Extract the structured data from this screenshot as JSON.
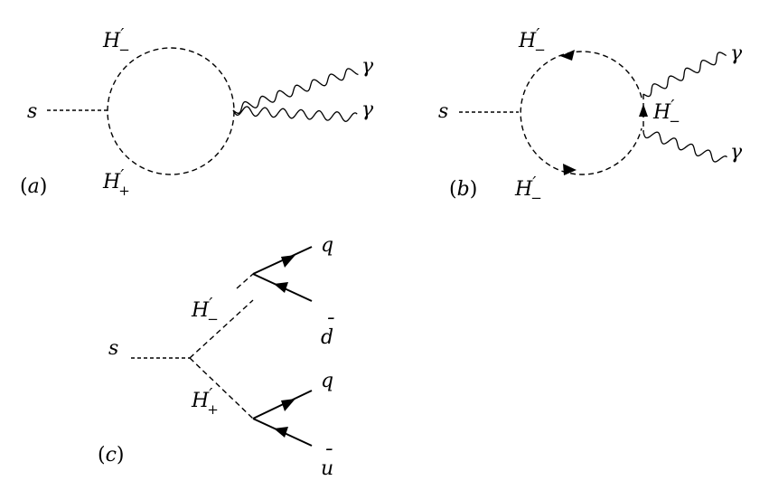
{
  "diagram_a": {
    "caption_open": "(",
    "caption_letter": "a",
    "caption_close": ")",
    "incoming": "s",
    "top_particle": "H",
    "top_sign": "−",
    "bottom_particle": "H",
    "bottom_sign": "+",
    "photon_1": "γ",
    "photon_2": "γ"
  },
  "diagram_b": {
    "caption_open": "(",
    "caption_letter": "b",
    "caption_close": ")",
    "incoming": "s",
    "top_particle": "H",
    "top_sign": "−",
    "right_particle": "H",
    "right_sign": "−",
    "bottom_particle": "H",
    "bottom_sign": "−",
    "photon_1": "γ",
    "photon_2": "γ"
  },
  "diagram_c": {
    "caption_open": "(",
    "caption_letter": "c",
    "caption_close": ")",
    "incoming": "s",
    "upper_particle": "H",
    "upper_sign": "−",
    "lower_particle": "H",
    "lower_sign": "+",
    "quark_1": "q",
    "antiquark_1": "d",
    "antiquark_1_bar": "¯",
    "quark_2": "q",
    "antiquark_2": "u",
    "antiquark_2_bar": "¯"
  },
  "prime": "′"
}
